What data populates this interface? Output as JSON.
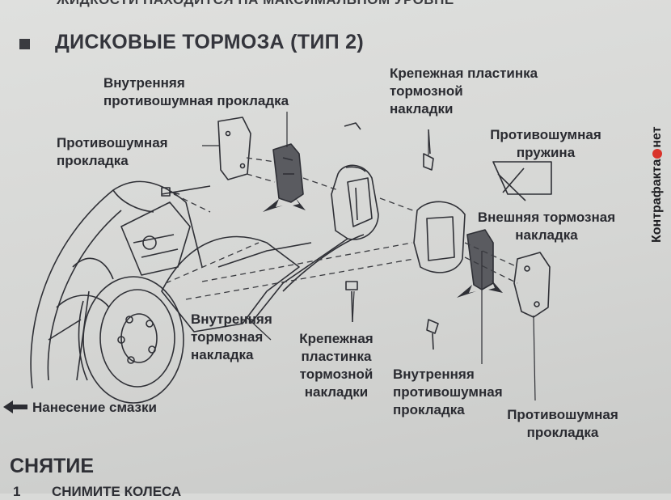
{
  "top_cut_text": "ЖИДКОСТИ НАХОДИТСЯ НА МАКСИМАЛЬНОМ УРОВНЕ",
  "heading": "ДИСКОВЫЕ ТОРМОЗА (ТИП 2)",
  "labels": {
    "inner_anti_noise_shim_top": "Внутренняя\nпротивошумная прокладка",
    "anti_noise_shim_left": "Противошумная\nпрокладка",
    "pad_support_plate_top": "Крепежная пластинка\nтормозной\nнакладки",
    "anti_noise_spring": "Противошумная\nпружина",
    "outer_pad": "Внешняя тормозная\nнакладка",
    "inner_pad": "Внутренняя\nтормозная\nнакладка",
    "pad_support_plate_bottom": "Крепежная\nпластинка\nтормозной\nнакладки",
    "inner_anti_noise_shim_bottom": "Внутренняя\nпротивошумная\nпрокладка",
    "anti_noise_shim_bottom": "Противошумная\nпрокладка",
    "grease_legend": "Нанесение смазки"
  },
  "section_title": "СНЯТИЕ",
  "step": {
    "number": "1",
    "text": "СНИМИТЕ КОЛЕСА"
  },
  "watermark": {
    "left": "Контрафакта",
    "right": "нет",
    "dot_color": "#d9332b"
  }
}
